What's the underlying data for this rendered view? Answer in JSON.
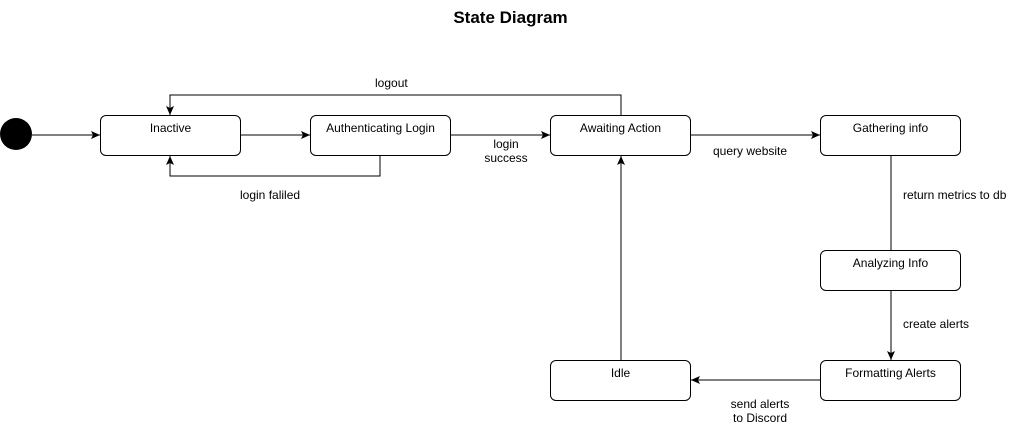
{
  "title": "State Diagram",
  "states": {
    "inactive": "Inactive",
    "authenticating": "Authenticating Login",
    "awaiting": "Awaiting Action",
    "gathering": "Gathering info",
    "analyzing": "Analyzing Info",
    "formatting": "Formatting Alerts",
    "idle": "Idle"
  },
  "transitions": {
    "logout": "logout",
    "login_failed": "login faliled",
    "login_success_1": "login",
    "login_success_2": "success",
    "query_website": "query website",
    "return_metrics": "return metrics to db",
    "create_alerts": "create alerts",
    "send_alerts_1": "send alerts",
    "send_alerts_2": "to Discord"
  }
}
